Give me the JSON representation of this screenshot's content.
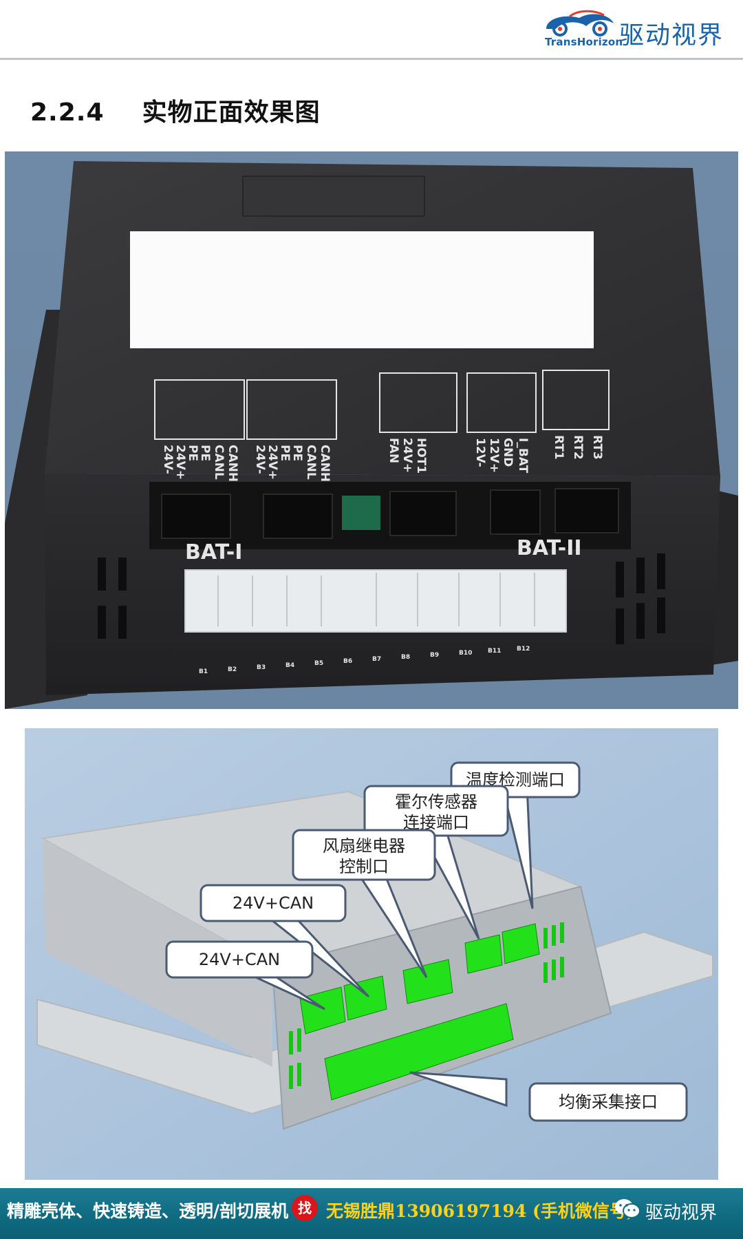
{
  "header": {
    "logo_en": "TransHorizon",
    "logo_cn": "驱动视界",
    "accent": "#1a63a8"
  },
  "section": {
    "number": "2.2.4",
    "title": "实物正面效果图"
  },
  "photo": {
    "top_labels": [
      "24V-",
      "24V+",
      "PE",
      "PE",
      "CANL",
      "CANH",
      "24V-",
      "24V+",
      "PE",
      "PE",
      "CANL",
      "CANH",
      "FAN",
      "24V+",
      "HOT1",
      "12V-",
      "12V+",
      "GND",
      "I_BAT",
      "RT1",
      "RT2",
      "RT3"
    ],
    "bat_left": "BAT-I",
    "bat_right": "BAT-II",
    "cell_labels": [
      "B1",
      "B2",
      "B3",
      "B4",
      "B5",
      "B6",
      "B7",
      "B8",
      "B9",
      "B10",
      "B11",
      "B12"
    ]
  },
  "render": {
    "callouts": {
      "temperature": "温度检测端口",
      "hall_line1": "霍尔传感器",
      "hall_line2": "连接端口",
      "fan_line1": "风扇继电器",
      "fan_line2": "控制口",
      "can_1": "24V+CAN",
      "can_2": "24V+CAN",
      "balance": "均衡采集接口"
    },
    "highlight_color": "#22e01a"
  },
  "footer": {
    "left_text": "精雕壳体、快速铸造、透明/剖切展机",
    "find_badge": "找",
    "contact": "无锡胜鼎13906197194 (手机微信号)",
    "brand": "驱动视界",
    "background": "#0f6b82"
  }
}
